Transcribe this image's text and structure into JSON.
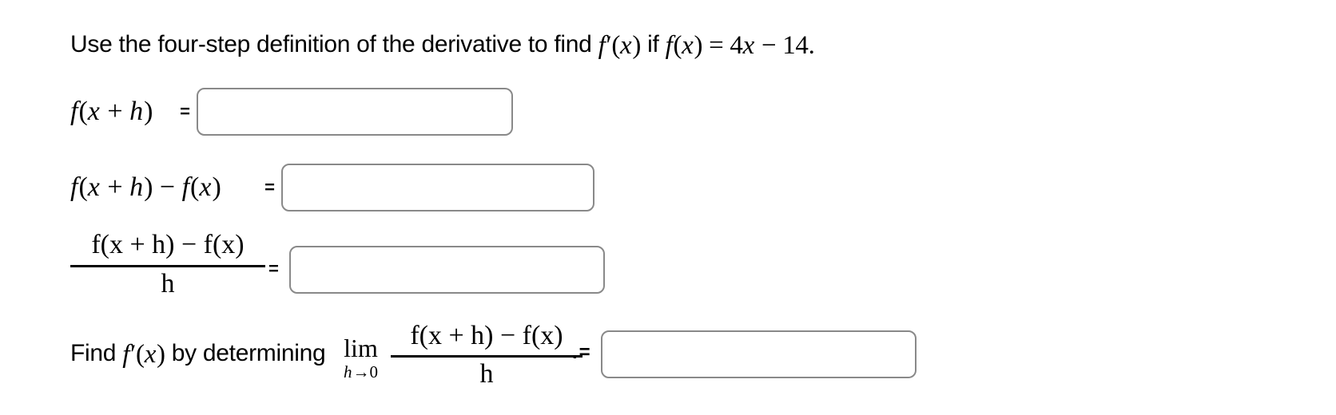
{
  "page": {
    "background": "#ffffff",
    "text_color": "#000000",
    "input_border_color": "#898989"
  },
  "prompt": {
    "prefix": "Use the four-step definition of the derivative to find ",
    "derivative_math": "f′(x)",
    "connector": " if ",
    "function_math": "f(x) = 4x − 14."
  },
  "step1": {
    "label_math": "f(x + h)",
    "equals": "=",
    "input_value": "",
    "input_placeholder": ""
  },
  "step2": {
    "label_math": "f(x + h) − f(x)",
    "equals": "=",
    "input_value": "",
    "input_placeholder": ""
  },
  "step3": {
    "fraction": {
      "numerator": "f(x + h) − f(x)",
      "denominator": "h"
    },
    "equals": "=",
    "input_value": "",
    "input_placeholder": ""
  },
  "step4": {
    "prefix": "Find ",
    "derivative_math": "f′(x)",
    "connector": " by determining ",
    "limit": {
      "operator": "lim",
      "subscript": "h→0"
    },
    "fraction": {
      "numerator": "f(x + h) − f(x)",
      "denominator": "h"
    },
    "suffix": ".=",
    "input_value": "",
    "input_placeholder": ""
  }
}
